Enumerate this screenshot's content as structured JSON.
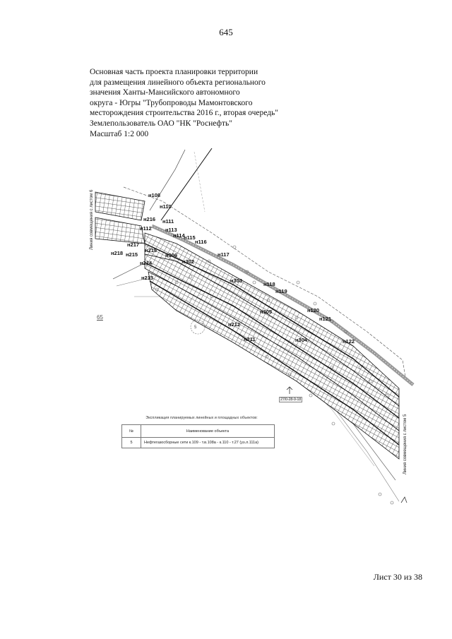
{
  "page": {
    "number": "645",
    "title_lines": [
      "Основная часть проекта планировки территории",
      "для размещения линейного объекта регионального",
      "значения Ханты-Мансийского автономного",
      "округа - Югры \"Трубопроводы Мамонтовского",
      "месторождения строительства 2016 г., вторая очередь\"",
      "Землепользователь ОАО \"НК \"Роснефть\"",
      "Масштаб 1:2 000"
    ],
    "sheet": "Лист 30 из 38"
  },
  "map": {
    "left_match_line": "Линия совмещения с листом 6",
    "right_match_line": "Линия совмещения с листом 5",
    "sheet_link": "65",
    "object_number": "5",
    "north_tag": "27/0-28-9-18",
    "labels": {
      "n108": "н108",
      "n110": "н110",
      "n111": "н111",
      "n112": "н112",
      "n113": "н113",
      "n114": "н114",
      "n115": "н115",
      "n116": "н116",
      "n117": "н117",
      "n118": "н118",
      "n119": "н119",
      "n120": "н120",
      "n121": "н121",
      "n122": "н122",
      "n211": "н211",
      "n212": "н212",
      "n213": "н213",
      "n214": "н214",
      "n215": "н215",
      "n216": "н216",
      "n217": "н217",
      "n218": "н218",
      "n302": "н302",
      "n303": "н303",
      "n304": "н304",
      "n305": "н305",
      "n306": "н306"
    }
  },
  "legend": {
    "title": "Экспликация планируемых линейных и площадных объектов:",
    "col_number": "№",
    "col_name": "Наименование объекта",
    "rows": [
      {
        "number": "5",
        "name": "Нефтегазосборные сети к.109 - т.в.108а - к.110 - т.27 (уз.л.111а)"
      }
    ]
  }
}
